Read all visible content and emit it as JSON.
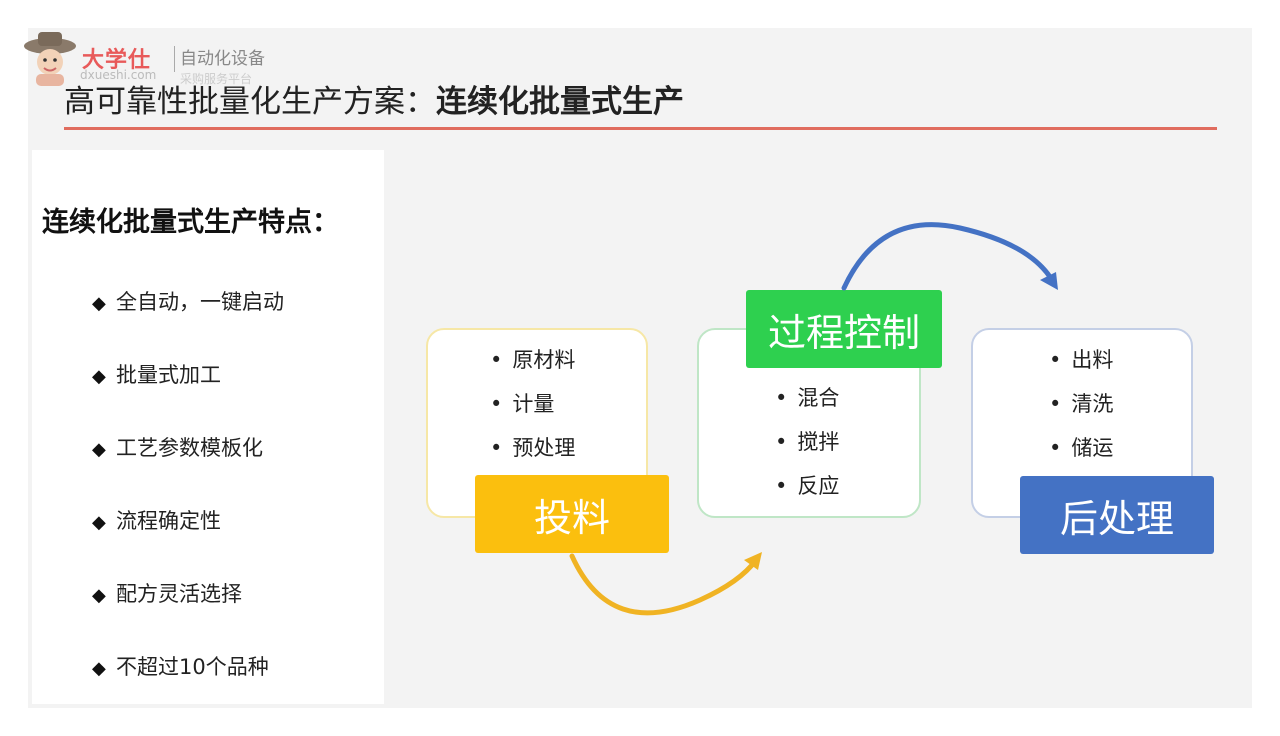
{
  "logo": {
    "brand": "大学仕",
    "tag": "自动化设备",
    "domain": "dxueshi.com",
    "sub": "采购服务平台"
  },
  "page_title": {
    "part1": "高可靠性批量化生产方案：",
    "part2": "连续化批量式生产"
  },
  "features": {
    "title": "连续化批量式生产特点：",
    "bullet": "◆",
    "items": [
      "全自动，一键启动",
      "批量式加工",
      "工艺参数模板化",
      "流程确定性",
      "配方灵活选择",
      "不超过10个品种"
    ]
  },
  "stages": [
    {
      "label": "投料",
      "color": "#fbbf0e",
      "border": "#f6e7a6",
      "items": [
        "原材料",
        "计量",
        "预处理"
      ]
    },
    {
      "label": "过程控制",
      "color": "#2ed04f",
      "border": "#bfe6c6",
      "items": [
        "混合",
        "搅拌",
        "反应"
      ]
    },
    {
      "label": "后处理",
      "color": "#4472c4",
      "border": "#c4cfe6",
      "items": [
        "出料",
        "清洗",
        "储运"
      ]
    }
  ],
  "arrows": {
    "yellow": "#f0b323",
    "blue": "#4472c4"
  }
}
